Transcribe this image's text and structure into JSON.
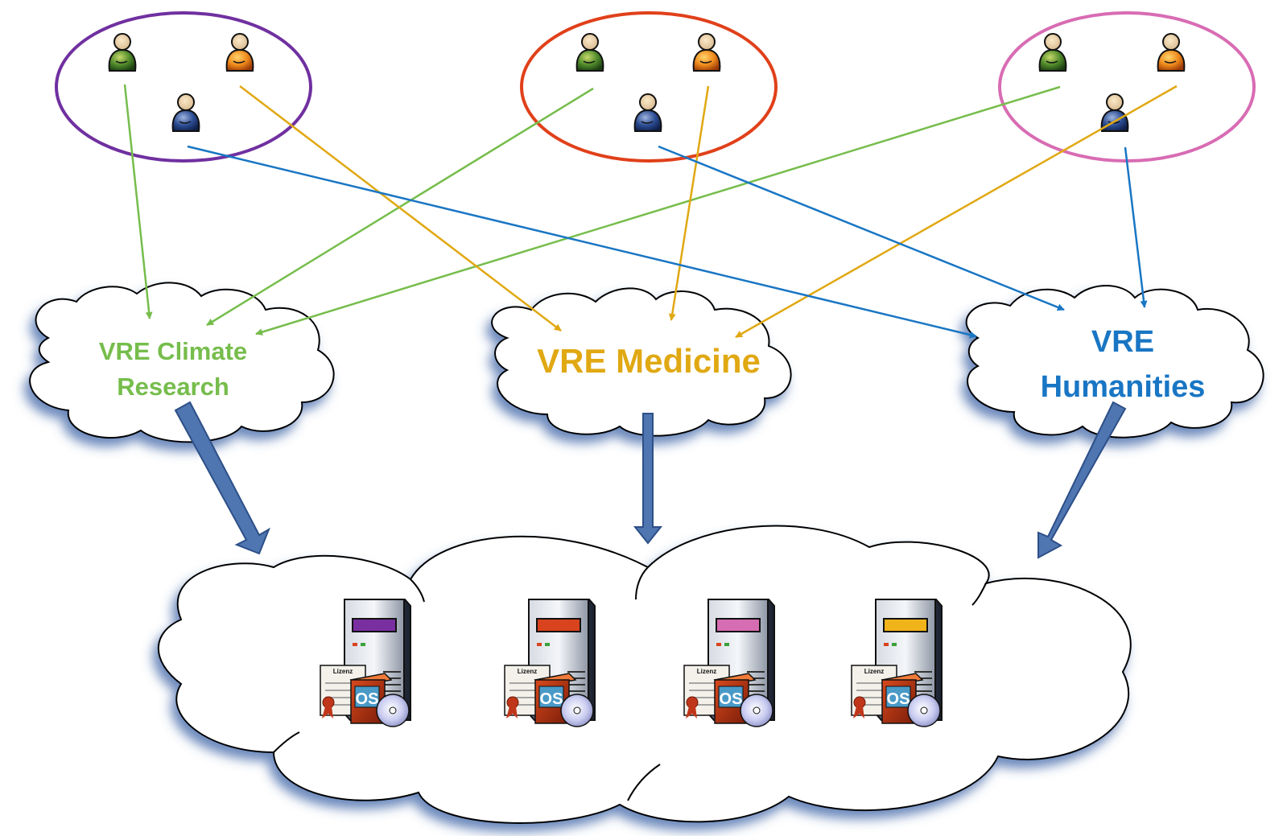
{
  "colors": {
    "climate": "#76bd4c",
    "medicine": "#e0a812",
    "humanities": "#1976c4",
    "group1": "#7030a0",
    "group2": "#e0401a",
    "group3": "#d86cb3",
    "infra_arrow": "#4f76b0",
    "server_stripes": [
      "#7a2fa0",
      "#d9431d",
      "#d66cb2",
      "#f1b31a"
    ]
  },
  "icons": {
    "user_green": "person-green-icon",
    "user_orange": "person-orange-icon",
    "user_blue": "person-blue-icon",
    "server": "server-icon",
    "license": "license-certificate-icon",
    "os_package": "os-software-box-icon"
  },
  "vre_clouds": [
    {
      "id": "climate",
      "line1": "VRE Climate",
      "line2": "Research"
    },
    {
      "id": "medicine",
      "line1": "VRE Medicine",
      "line2": ""
    },
    {
      "id": "humanities",
      "line1": "VRE",
      "line2": "Humanities"
    }
  ],
  "servers": [
    {
      "license_label": "Lizenz",
      "os_label": "OS"
    },
    {
      "license_label": "Lizenz",
      "os_label": "OS"
    },
    {
      "license_label": "Lizenz",
      "os_label": "OS"
    },
    {
      "license_label": "Lizenz",
      "os_label": "OS"
    }
  ]
}
